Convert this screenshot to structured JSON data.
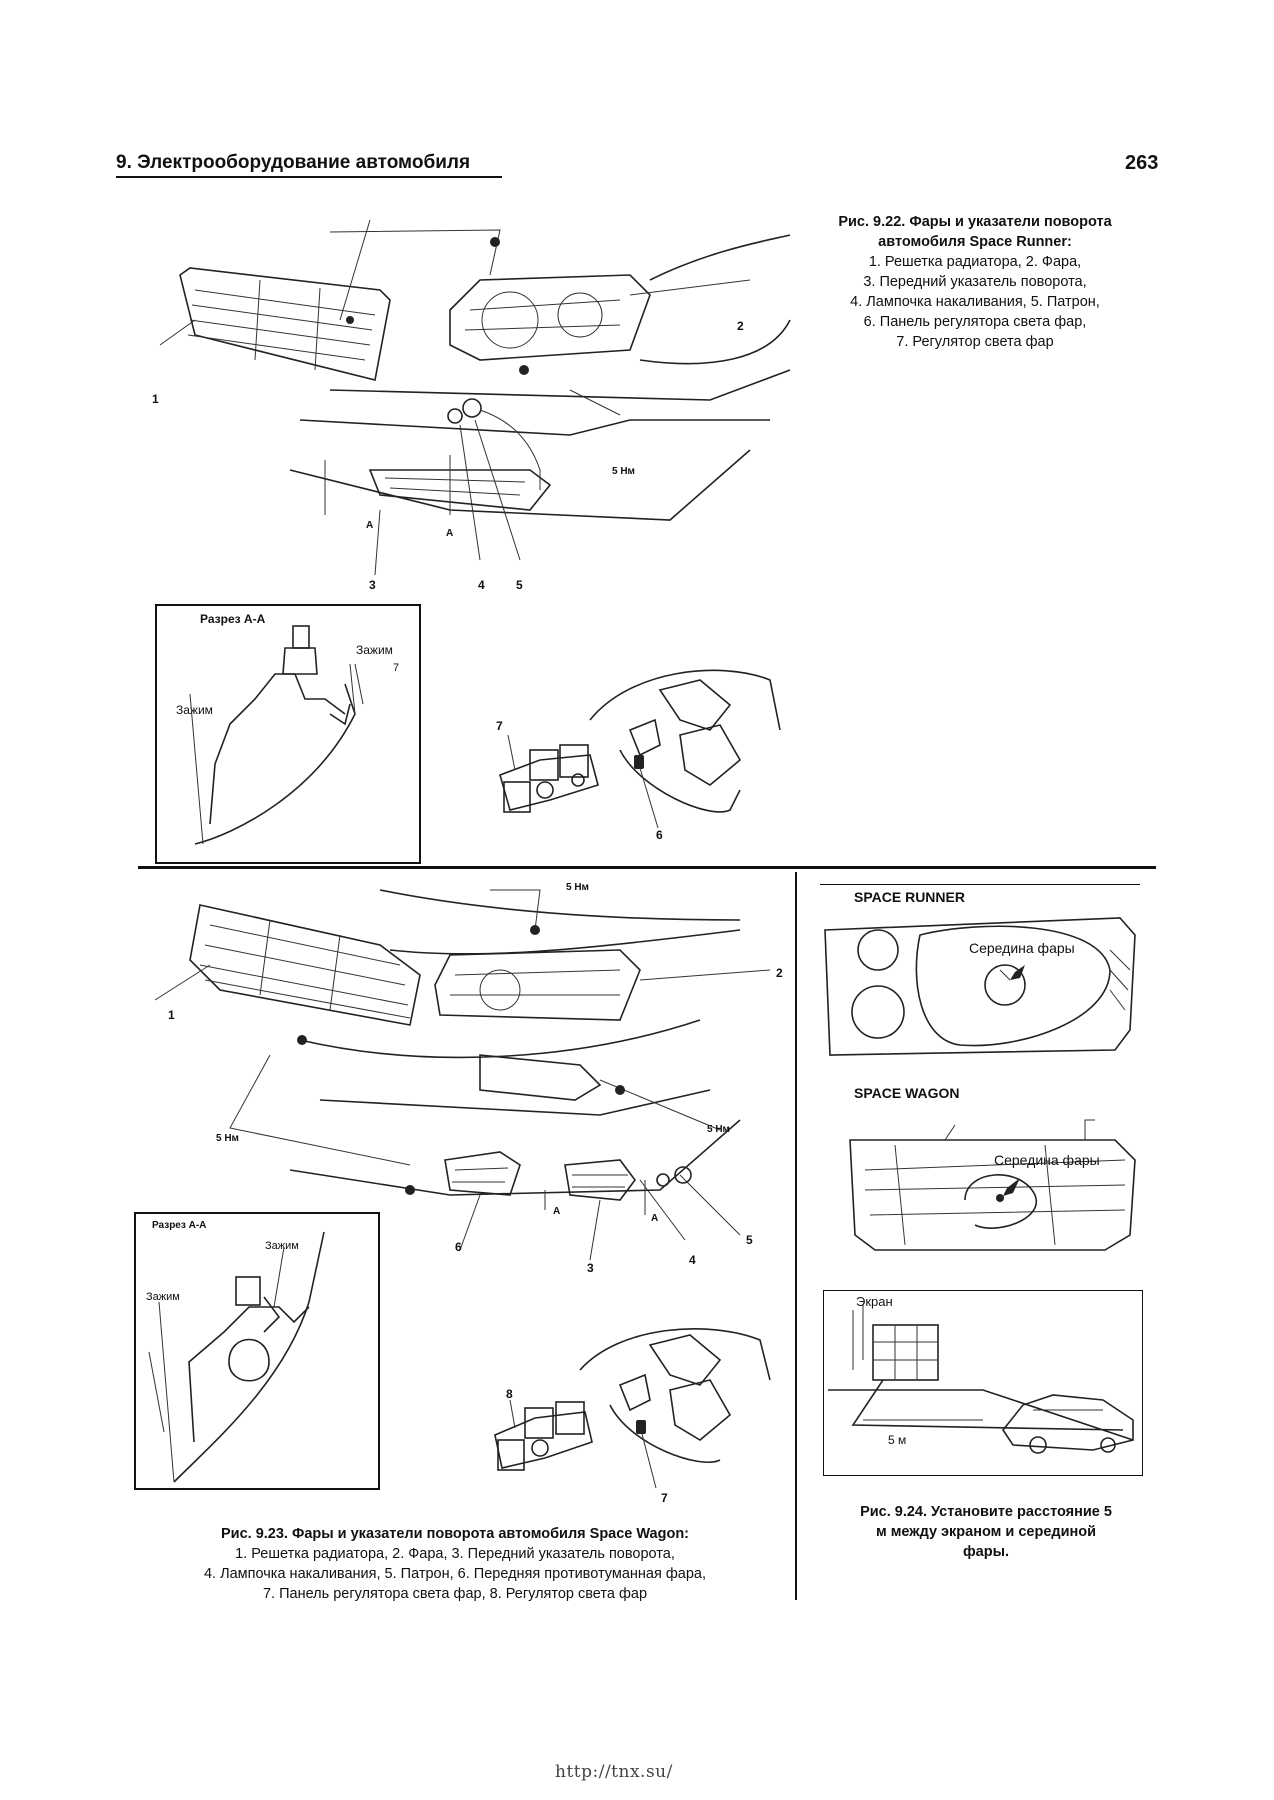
{
  "header": {
    "section_title": "9. Электрооборудование автомобиля",
    "page_number": "263"
  },
  "fig22": {
    "title_line1": "Рис. 9.22. Фары и указатели поворота",
    "title_line2": "автомобиля Space Runner:",
    "items": [
      "1. Решетка радиатора, 2. Фара,",
      "3. Передний указатель поворота,",
      "4. Лампочка накаливания, 5. Патрон,",
      "6. Панель регулятора света фар,",
      "7. Регулятор света фар"
    ],
    "callouts": {
      "n1": "1",
      "n2": "2",
      "n3": "3",
      "n4": "4",
      "n5": "5",
      "n6": "6",
      "n7": "7",
      "a_left": "A",
      "a_right": "A",
      "torque": "5 Нм"
    },
    "section": {
      "title": "Разрез А-А",
      "clip_right": "Зажим",
      "clip_left": "Зажим",
      "num": "7"
    }
  },
  "fig23": {
    "title": "Рис. 9.23. Фары и указатели поворота автомобиля Space Wagon:",
    "items": [
      "1. Решетка радиатора, 2. Фара, 3. Передний указатель поворота,",
      "4. Лампочка накаливания, 5. Патрон, 6. Передняя противотуманная фара,",
      "7. Панель регулятора света фар, 8. Регулятор света фар"
    ],
    "callouts": {
      "n1": "1",
      "n2": "2",
      "n3": "3",
      "n4": "4",
      "n5": "5",
      "n6": "6",
      "n7": "7",
      "n8": "8",
      "a_left": "A",
      "a_right": "A",
      "torque_top": "5 Нм",
      "torque_right": "5 Нм",
      "torque_left": "5 Нм"
    },
    "section": {
      "title": "Разрез А-А",
      "clip_top": "Зажим",
      "clip_left": "Зажим"
    }
  },
  "fig24": {
    "label_runner": "SPACE RUNNER",
    "label_wagon": "SPACE WAGON",
    "center_runner": "Середина фары",
    "center_wagon": "Середина фары",
    "screen": "Экран",
    "distance": "5 м",
    "caption_lines": [
      "Рис. 9.24. Установите расстояние 5",
      "м между экраном и серединой",
      "фары."
    ]
  },
  "footer": {
    "url": "http://tnx.su/"
  }
}
